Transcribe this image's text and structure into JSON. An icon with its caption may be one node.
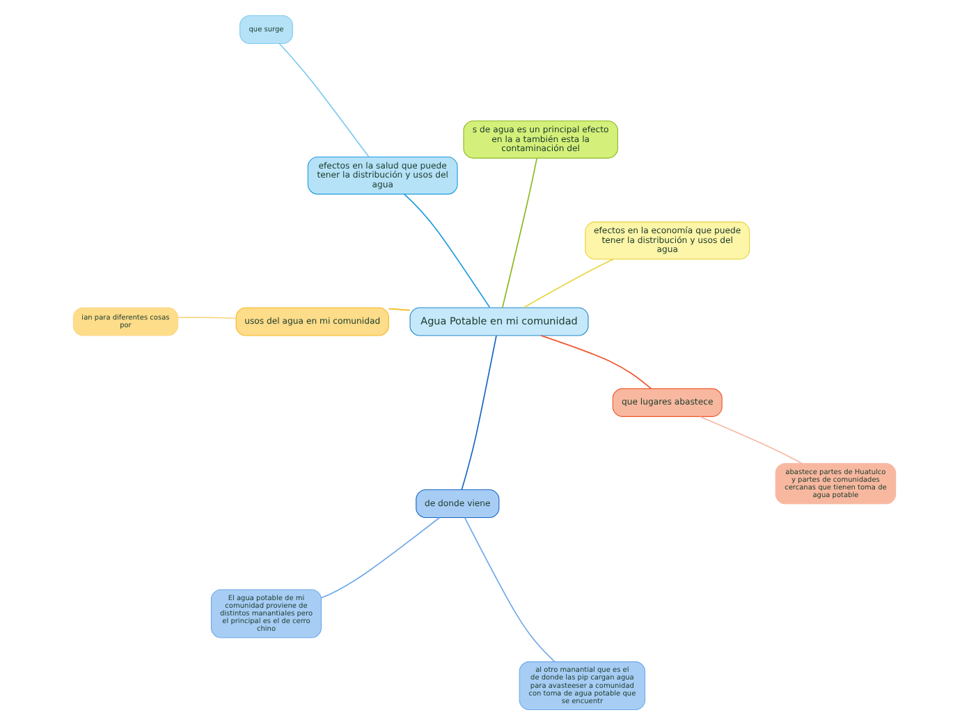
{
  "diagram": {
    "nodes": [
      {
        "text": [
          "Agua Potable en mi comunidad"
        ]
      },
      {
        "text": [
          "efectos en la economía que puede tener la distribución y usos del agua"
        ]
      },
      {
        "text": [
          "s de agua es un principal efecto en la a también esta la contaminación del"
        ]
      },
      {
        "text": [
          "efectos en la salud que puede tener la distribución y usos del agua"
        ]
      },
      {
        "text": [
          "que surge"
        ]
      },
      {
        "text": [
          "usos del agua en mi comunidad"
        ]
      },
      {
        "text": [
          "ian para diferentes cosas por"
        ]
      },
      {
        "text": [
          "de donde viene"
        ]
      },
      {
        "text": [
          "El agua potable de mi comunidad proviene de distintos manantiales pero el principal es el de cerro chino"
        ]
      },
      {
        "text": [
          "al otro manantial que es el de donde las pip cargan agua para avasteeser a comunidad con toma de agua potable que se encuentr"
        ]
      },
      {
        "text": [
          "que lugares abastece"
        ]
      },
      {
        "text": [
          "abastece partes de Huatulco y partes de comunidades cercanas que tienen toma de agua potable"
        ]
      }
    ],
    "edges": [
      {
        "from": 0,
        "to": 1,
        "arrow": "none",
        "color": "#e8d43a"
      },
      {
        "from": 0,
        "to": 2,
        "arrow": "none",
        "color": "#8ab81e"
      },
      {
        "from": 0,
        "to": 3,
        "arrow": "none",
        "color": "#1e9be0"
      },
      {
        "from": 3,
        "to": 4,
        "arrow": "none",
        "color": "#7cc8f0"
      },
      {
        "from": 0,
        "to": 5,
        "arrow": "none",
        "color": "#f5b820"
      },
      {
        "from": 5,
        "to": 6,
        "arrow": "none",
        "color": "#fbd88a"
      },
      {
        "from": 0,
        "to": 7,
        "arrow": "none",
        "color": "#1565c0"
      },
      {
        "from": 7,
        "to": 8,
        "arrow": "none",
        "color": "#6fa8e8"
      },
      {
        "from": 7,
        "to": 9,
        "arrow": "none",
        "color": "#6fa8e8"
      },
      {
        "from": 0,
        "to": 10,
        "arrow": "none",
        "color": "#f0562a"
      },
      {
        "from": 10,
        "to": 11,
        "arrow": "none",
        "color": "#f6b7a3"
      }
    ]
  }
}
